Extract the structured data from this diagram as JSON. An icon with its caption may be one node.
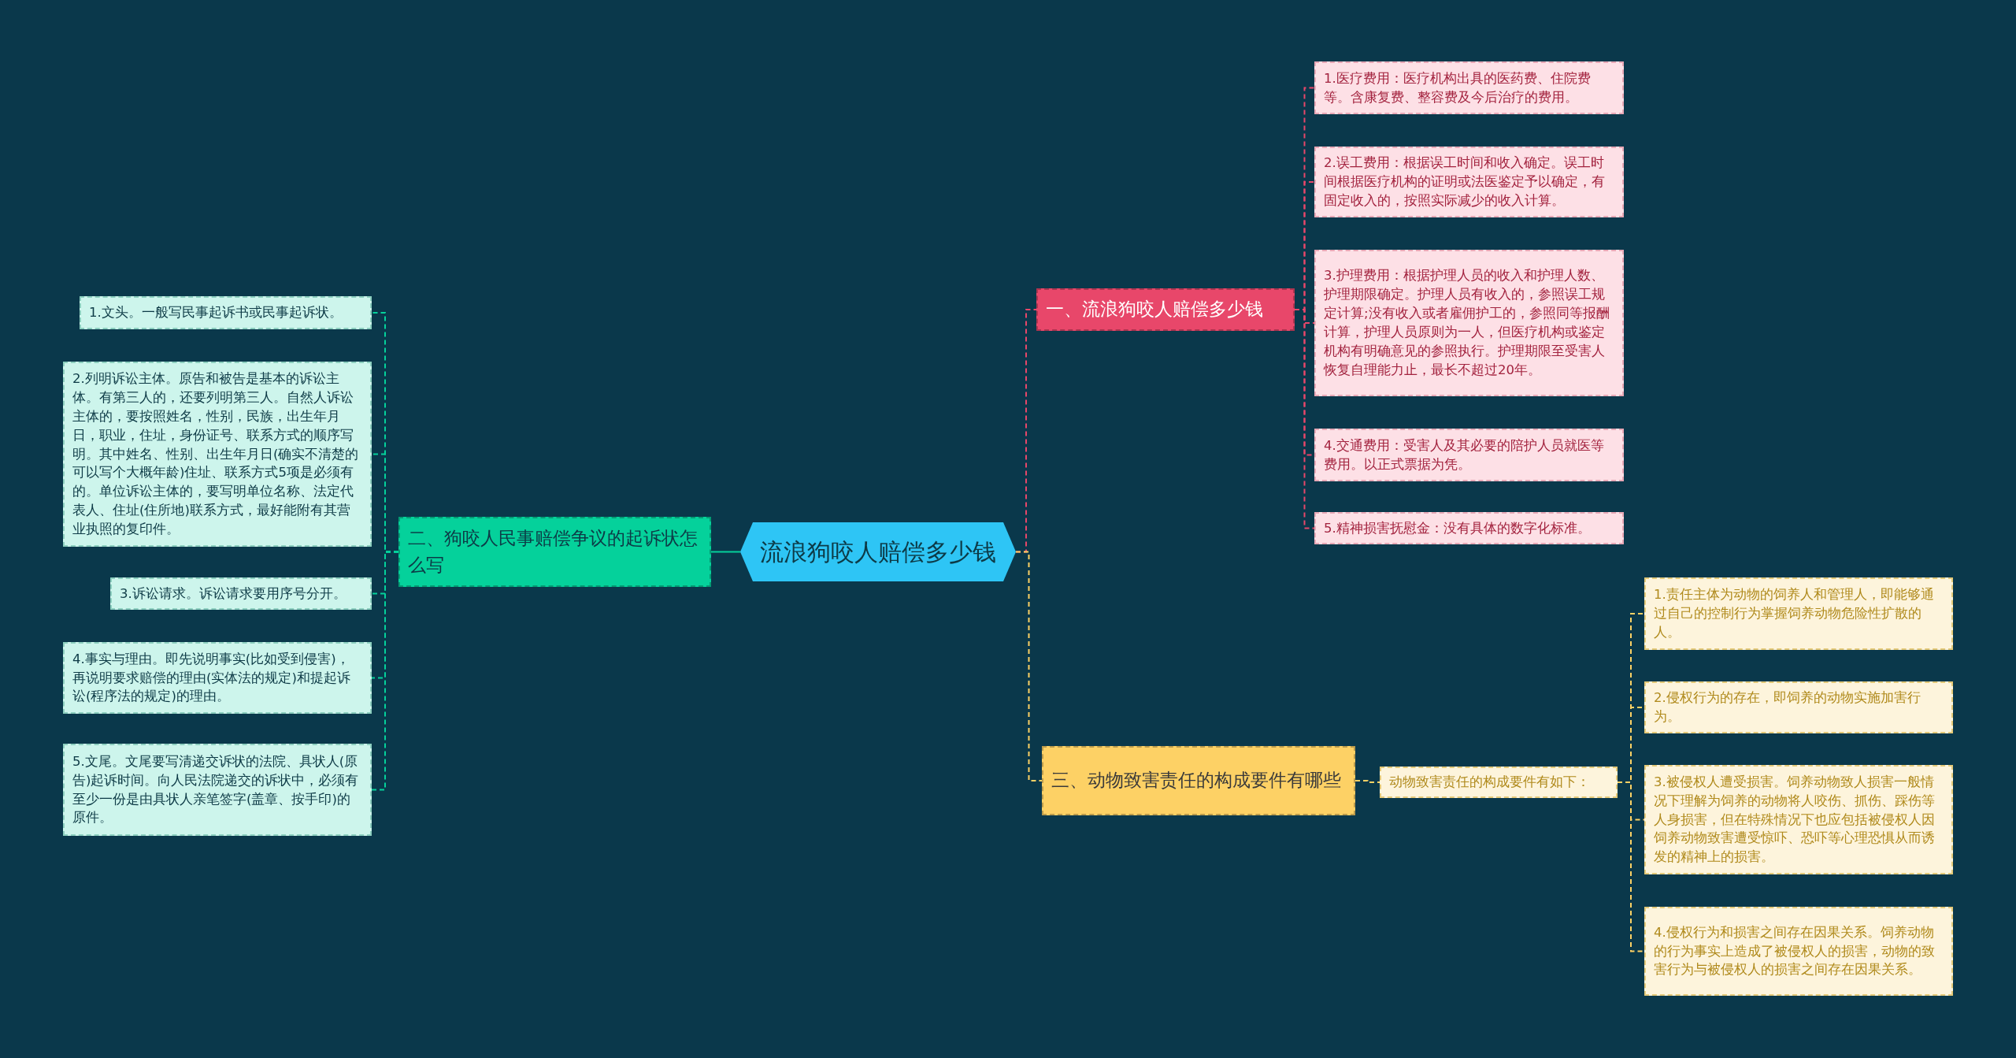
{
  "diagram": {
    "nodes": [
      {
        "text": [
          "流浪狗咬人赔偿多少钱"
        ]
      },
      {
        "text": [
          "一、流浪狗咬人赔偿多少钱"
        ]
      },
      {
        "text": [
          "1.医疗费用：医疗机构出具的医药费、住院费等。含康复费、整容费及今后治疗的费用。"
        ]
      },
      {
        "text": [
          "2.误工费用：根据误工时间和收入确定。误工时间根据医疗机构的证明或法医鉴定予以确定，有固定收入的，按照实际减少的收入计算。"
        ]
      },
      {
        "text": [
          "3.护理费用：根据护理人员的收入和护理人数、护理期限确定。护理人员有收入的，参照误工规定计算;没有收入或者雇佣护工的，参照同等报酬计算，护理人员原则为一人，但医疗机构或鉴定机构有明确意见的参照执行。护理期限至受害人恢复自理能力止，最长不超过20年。"
        ]
      },
      {
        "text": [
          "4.交通费用：受害人及其必要的陪护人员就医等费用。以正式票据为凭。"
        ]
      },
      {
        "text": [
          "5.精神损害抚慰金：没有具体的数字化标准。"
        ]
      },
      {
        "text": [
          "二、狗咬人民事赔偿争议的起诉状怎么写"
        ]
      },
      {
        "text": [
          "1.文头。一般写民事起诉书或民事起诉状。"
        ]
      },
      {
        "text": [
          "2.列明诉讼主体。原告和被告是基本的诉讼主体。有第三人的，还要列明第三人。自然人诉讼主体的，要按照姓名，性别，民族，出生年月日，职业，住址，身份证号、联系方式的顺序写明。其中姓名、性别、出生年月日(确实不清楚的可以写个大概年龄)住址、联系方式5项是必须有的。单位诉讼主体的，要写明单位名称、法定代表人、住址(住所地)联系方式，最好能附有其营业执照的复印件。"
        ]
      },
      {
        "text": [
          "3.诉讼请求。诉讼请求要用序号分开。"
        ]
      },
      {
        "text": [
          "4.事实与理由。即先说明事实(比如受到侵害)，再说明要求赔偿的理由(实体法的规定)和提起诉讼(程序法的规定)的理由。"
        ]
      },
      {
        "text": [
          "5.文尾。文尾要写清递交诉状的法院、具状人(原告)起诉时间。向人民法院递交的诉状中，必须有至少一份是由具状人亲笔签字(盖章、按手印)的原件。"
        ]
      },
      {
        "text": [
          "三、动物致害责任的构成要件有哪些"
        ]
      },
      {
        "text": [
          "动物致害责任的构成要件有如下："
        ]
      },
      {
        "text": [
          "1.责任主体为动物的饲养人和管理人，即能够通过自己的控制行为掌握饲养动物危险性扩散的人。"
        ]
      },
      {
        "text": [
          "2.侵权行为的存在，即饲养的动物实施加害行为。"
        ]
      },
      {
        "text": [
          "3.被侵权人遭受损害。饲养动物致人损害一般情况下理解为饲养的动物将人咬伤、抓伤、踩伤等人身损害，但在特殊情况下也应包括被侵权人因饲养动物致害遭受惊吓、恐吓等心理恐惧从而诱发的精神上的损害。"
        ]
      },
      {
        "text": [
          "4.侵权行为和损害之间存在因果关系。饲养动物的行为事实上造成了被侵权人的损害，动物的致害行为与被侵权人的损害之间存在因果关系。"
        ]
      }
    ],
    "edges": [
      {
        "from": 0,
        "to": 1,
        "arrow": "none",
        "style": "dashed",
        "color": "#e8476a"
      },
      {
        "from": 1,
        "to": 2,
        "arrow": "none",
        "style": "dashed",
        "color": "#e8476a"
      },
      {
        "from": 1,
        "to": 3,
        "arrow": "none",
        "style": "dashed",
        "color": "#e8476a"
      },
      {
        "from": 1,
        "to": 4,
        "arrow": "none",
        "style": "dashed",
        "color": "#e8476a"
      },
      {
        "from": 1,
        "to": 5,
        "arrow": "none",
        "style": "dashed",
        "color": "#e8476a"
      },
      {
        "from": 1,
        "to": 6,
        "arrow": "none",
        "style": "dashed",
        "color": "#e8476a"
      },
      {
        "from": 0,
        "to": 7,
        "arrow": "none",
        "color": "#05d19b"
      },
      {
        "from": 7,
        "to": 8,
        "arrow": "none",
        "style": "dashed",
        "color": "#05d19b"
      },
      {
        "from": 7,
        "to": 9,
        "arrow": "none",
        "style": "dashed",
        "color": "#05d19b"
      },
      {
        "from": 7,
        "to": 10,
        "arrow": "none",
        "style": "dashed",
        "color": "#05d19b"
      },
      {
        "from": 7,
        "to": 11,
        "arrow": "none",
        "style": "dashed",
        "color": "#05d19b"
      },
      {
        "from": 7,
        "to": 12,
        "arrow": "none",
        "style": "dashed",
        "color": "#05d19b"
      },
      {
        "from": 0,
        "to": 13,
        "arrow": "none",
        "style": "dashed",
        "color": "#fdd165"
      },
      {
        "from": 13,
        "to": 14,
        "arrow": "none",
        "style": "dashed",
        "color": "#fdd165"
      },
      {
        "from": 14,
        "to": 15,
        "arrow": "none",
        "style": "dashed",
        "color": "#fdd165"
      },
      {
        "from": 14,
        "to": 16,
        "arrow": "none",
        "style": "dashed",
        "color": "#fdd165"
      },
      {
        "from": 14,
        "to": 17,
        "arrow": "none",
        "style": "dashed",
        "color": "#fdd165"
      },
      {
        "from": 14,
        "to": 18,
        "arrow": "none",
        "style": "dashed",
        "color": "#fdd165"
      }
    ]
  }
}
